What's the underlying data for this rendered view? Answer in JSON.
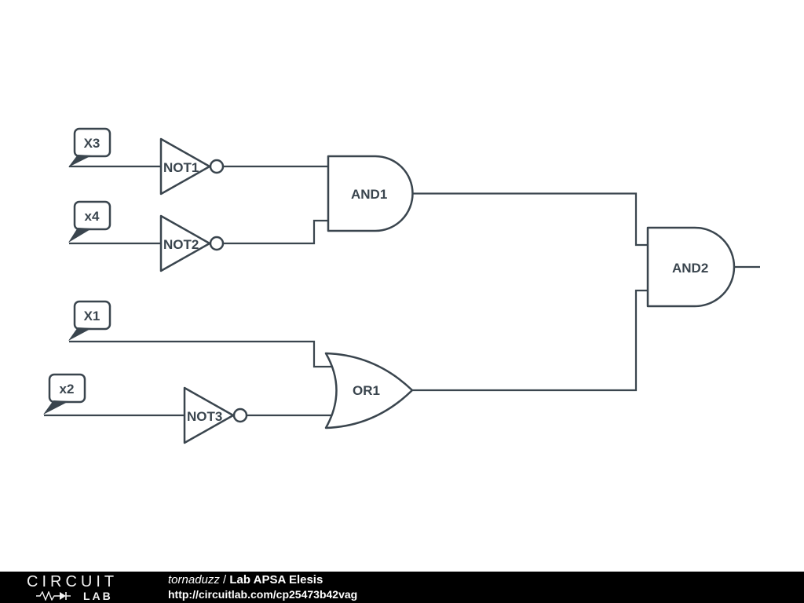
{
  "diagram": {
    "inputs": [
      {
        "label": "X3"
      },
      {
        "label": "x4"
      },
      {
        "label": "X1"
      },
      {
        "label": "x2"
      }
    ],
    "gates": [
      {
        "label": "NOT1",
        "type": "inverter"
      },
      {
        "label": "NOT2",
        "type": "inverter"
      },
      {
        "label": "NOT3",
        "type": "inverter"
      },
      {
        "label": "AND1",
        "type": "and"
      },
      {
        "label": "AND2",
        "type": "and"
      },
      {
        "label": "OR1",
        "type": "or"
      }
    ]
  },
  "footer": {
    "logo_top": "CIRCUIT",
    "logo_bottom": "LAB",
    "author": "tornaduzz",
    "separator": " / ",
    "title": "Lab APSA Elesis",
    "url": "http://circuitlab.com/cp25473b42vag"
  },
  "colors": {
    "schematic_ink": "#3a454e",
    "background": "#ffffff",
    "footer_background": "#000000",
    "footer_text": "#ffffff"
  }
}
